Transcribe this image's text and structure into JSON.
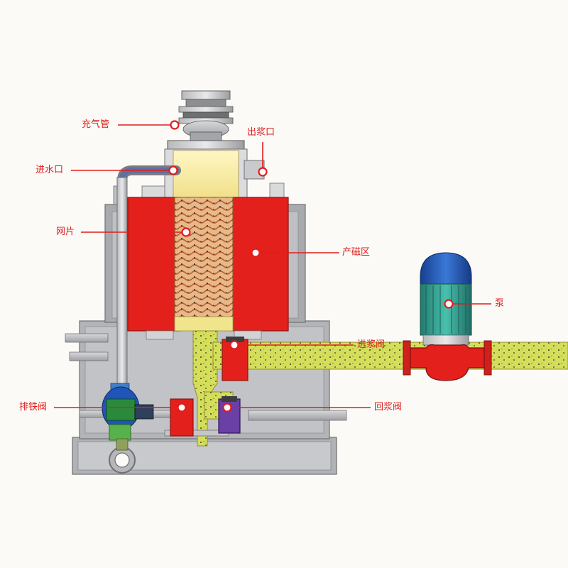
{
  "labels": {
    "gas_pipe": "充气管",
    "slurry_outlet": "出浆口",
    "water_inlet": "进水口",
    "mesh": "网片",
    "magnetic_zone": "产磁区",
    "pump": "泵",
    "slurry_inlet_valve": "进浆阀",
    "iron_discharge_valve": "排铁阀",
    "slurry_return_valve": "回浆阀"
  },
  "colors": {
    "label_red": "#e01d1d",
    "magnet_red": "#e3201c",
    "slurry_yellow": "#d6df5a",
    "pump_blue": "#1f55b8",
    "pump_teal": "#2f9d8e",
    "return_valve_purple": "#6a3fa6",
    "frame_gray": "#a9a9ab"
  }
}
